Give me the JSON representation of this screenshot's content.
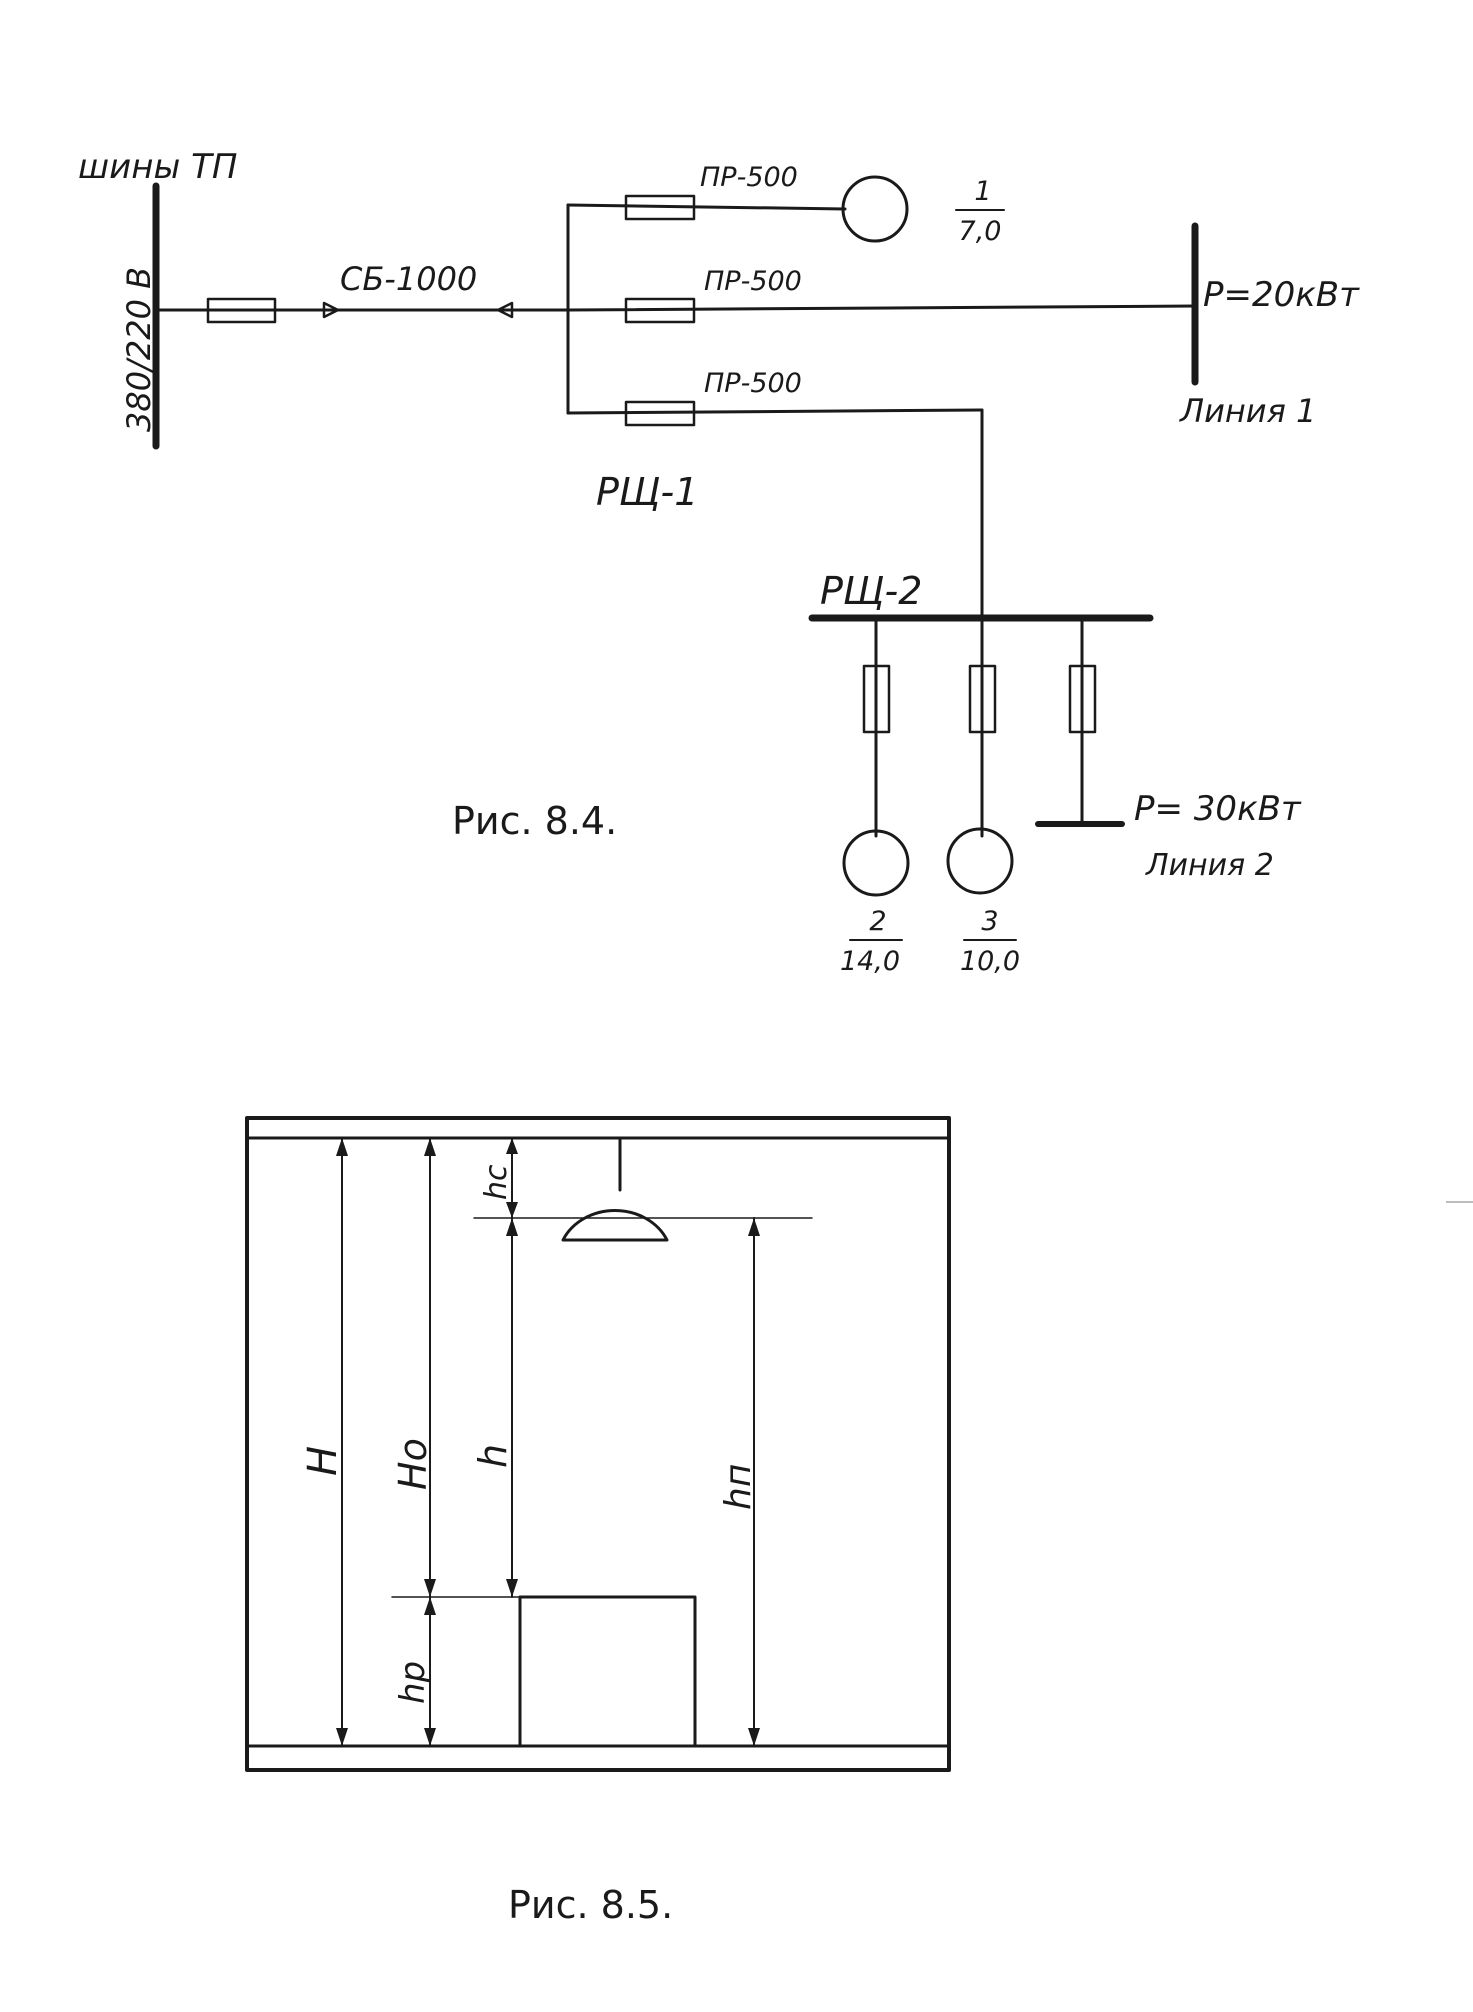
{
  "fig84": {
    "bus_title": "шины ТП",
    "bus_voltage": "380/220 В",
    "cable_label": "СБ-1000",
    "fuse_top": "ПР-500",
    "fuse_mid": "ПР-500",
    "fuse_bot": "ПР-500",
    "panel1": "РЩ-1",
    "panel2": "РЩ-2",
    "motor1_num": "1",
    "motor1_kw": "7,0",
    "motor2_num": "2",
    "motor2_kw": "14,0",
    "motor3_num": "3",
    "motor3_kw": "10,0",
    "line1_power": "P=20кВт",
    "line1_name": "Линия 1",
    "line2_power": "P= 30кВт",
    "line2_name": "Линия 2",
    "caption": "Рис. 8.4."
  },
  "fig85": {
    "dim_H": "H",
    "dim_Ho": "Ho",
    "dim_h": "h",
    "dim_hc": "hc",
    "dim_hn": "hп",
    "dim_hp": "hр",
    "caption": "Рис. 8.5."
  }
}
